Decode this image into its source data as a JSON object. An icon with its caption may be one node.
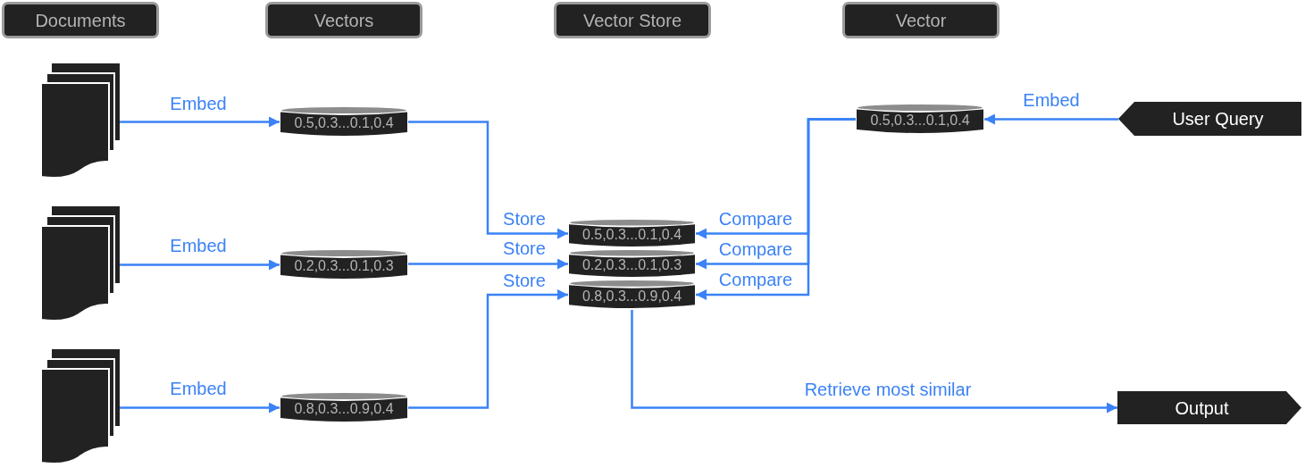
{
  "diagram": {
    "nodes": [
      {
        "text": [
          "Documents"
        ]
      },
      {
        "text": [
          "Vectors"
        ]
      },
      {
        "text": [
          "Vector Store"
        ]
      },
      {
        "text": [
          "Vector"
        ]
      },
      {
        "text": [],
        "shape": "document"
      },
      {
        "text": [
          "0.5,0.3...0.1,0.4"
        ]
      },
      {
        "text": [
          "0.5,0.3...0.1,0.4"
        ]
      },
      {
        "text": [
          "User Query"
        ]
      },
      {
        "text": [],
        "shape": "document"
      },
      {
        "text": [
          "0.2,0.3...0.1,0.3"
        ]
      },
      {
        "text": [
          "0.5,0.3...0.1,0.4"
        ]
      },
      {
        "text": [
          "0.2,0.3...0.1,0.3"
        ]
      },
      {
        "text": [
          "0.8,0.3...0.9,0.4"
        ]
      },
      {
        "text": [],
        "shape": "document"
      },
      {
        "text": [
          "0.8,0.3...0.9,0.4"
        ]
      },
      {
        "text": [
          "Output"
        ]
      }
    ],
    "edges": [
      {
        "from": 4,
        "to": 5,
        "arrow": "to",
        "label": "Embed"
      },
      {
        "from": 8,
        "to": 9,
        "arrow": "to",
        "label": "Embed"
      },
      {
        "from": 13,
        "to": 14,
        "arrow": "to",
        "label": "Embed"
      },
      {
        "from": 5,
        "to": 10,
        "arrow": "to",
        "label": "Store"
      },
      {
        "from": 9,
        "to": 11,
        "arrow": "to",
        "label": "Store"
      },
      {
        "from": 14,
        "to": 12,
        "arrow": "to",
        "label": "Store"
      },
      {
        "from": 7,
        "to": 6,
        "arrow": "to",
        "label": "Embed"
      },
      {
        "from": 6,
        "to": 10,
        "arrow": "to",
        "label": "Compare"
      },
      {
        "from": 6,
        "to": 11,
        "arrow": "to",
        "label": "Compare"
      },
      {
        "from": 6,
        "to": 12,
        "arrow": "to",
        "label": "Compare"
      },
      {
        "from": 12,
        "to": 15,
        "arrow": "to",
        "label": "Retrieve most similar"
      }
    ]
  }
}
